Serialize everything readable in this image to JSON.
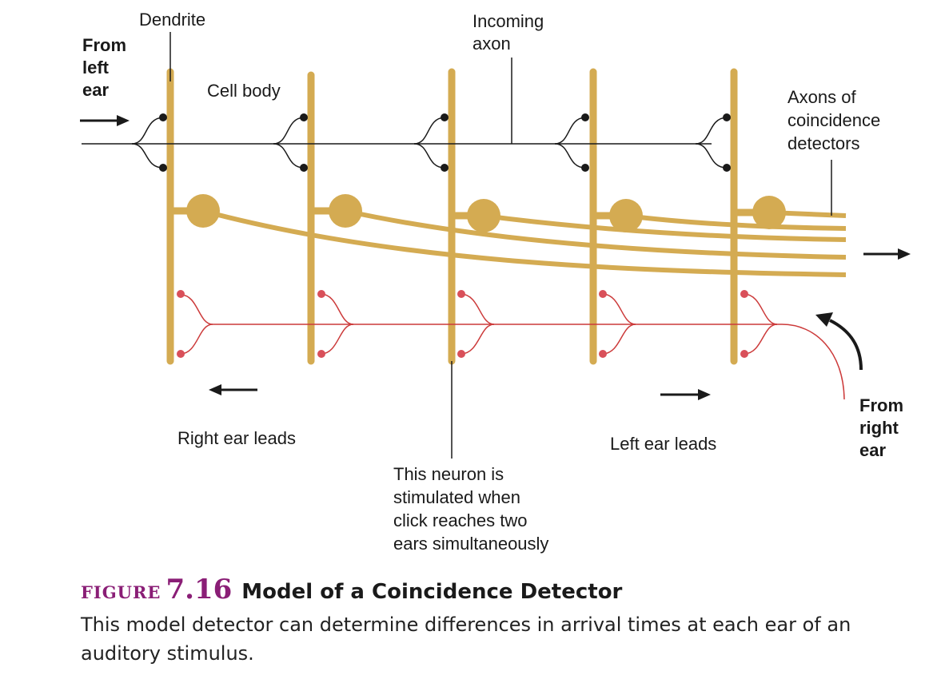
{
  "labels": {
    "dendrite": "Dendrite",
    "incoming_axon": [
      "Incoming",
      "axon"
    ],
    "from_left_ear": [
      "From",
      "left",
      "ear"
    ],
    "cell_body": "Cell body",
    "axons_of_detectors": [
      "Axons of",
      "coincidence",
      "detectors"
    ],
    "right_ear_leads": "Right ear leads",
    "left_ear_leads": "Left ear leads",
    "neuron_note": [
      "This neuron is",
      "stimulated when",
      "click reaches two",
      "ears simultaneously"
    ],
    "from_right_ear": [
      "From",
      "right",
      "ear"
    ]
  },
  "figure": {
    "word": "FIGURE",
    "number": "7.16",
    "title": "Model of a Coincidence Detector",
    "caption": "This model detector can determine differences in arrival times at each ear of an auditory stimulus."
  },
  "colors": {
    "neuron": "#d4ab52",
    "left_ear_axon": "#1a1a1a",
    "right_ear_axon": "#cc3a3a",
    "synapse_left": "#1a1a1a",
    "synapse_right": "#d9505a",
    "figure_accent": "#8a1e76"
  }
}
